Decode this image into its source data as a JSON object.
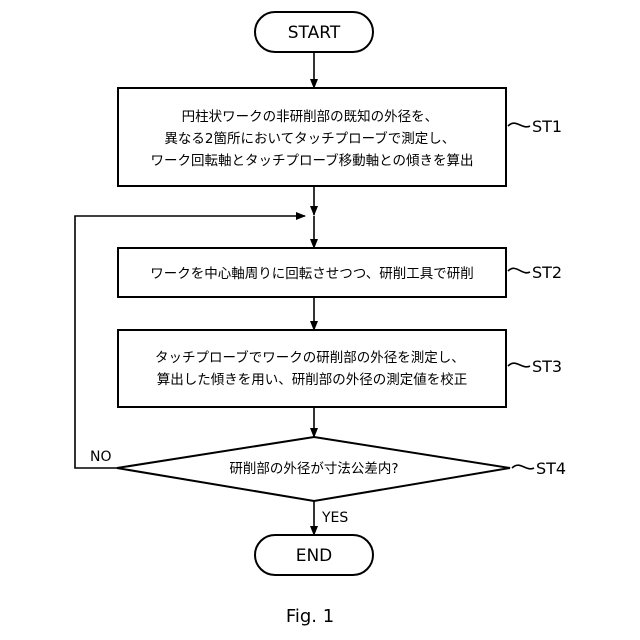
{
  "terminals": {
    "start": "START",
    "end": "END"
  },
  "steps": {
    "st1": {
      "label": "ST1",
      "lines": [
        "円柱状ワークの非研削部の既知の外径を、",
        "異なる2箇所においてタッチプローブで測定し、",
        "ワーク回転軸とタッチプローブ移動軸との傾きを算出"
      ]
    },
    "st2": {
      "label": "ST2",
      "lines": [
        "ワークを中心軸周りに回転させつつ、研削工具で研削"
      ]
    },
    "st3": {
      "label": "ST3",
      "lines": [
        "タッチプローブでワークの研削部の外径を測定し、",
        "算出した傾きを用い、研削部の外径の測定値を校正"
      ]
    },
    "st4": {
      "label": "ST4",
      "question": "研削部の外径が寸法公差内?"
    }
  },
  "branches": {
    "no": "NO",
    "yes": "YES"
  },
  "caption": "Fig. 1"
}
